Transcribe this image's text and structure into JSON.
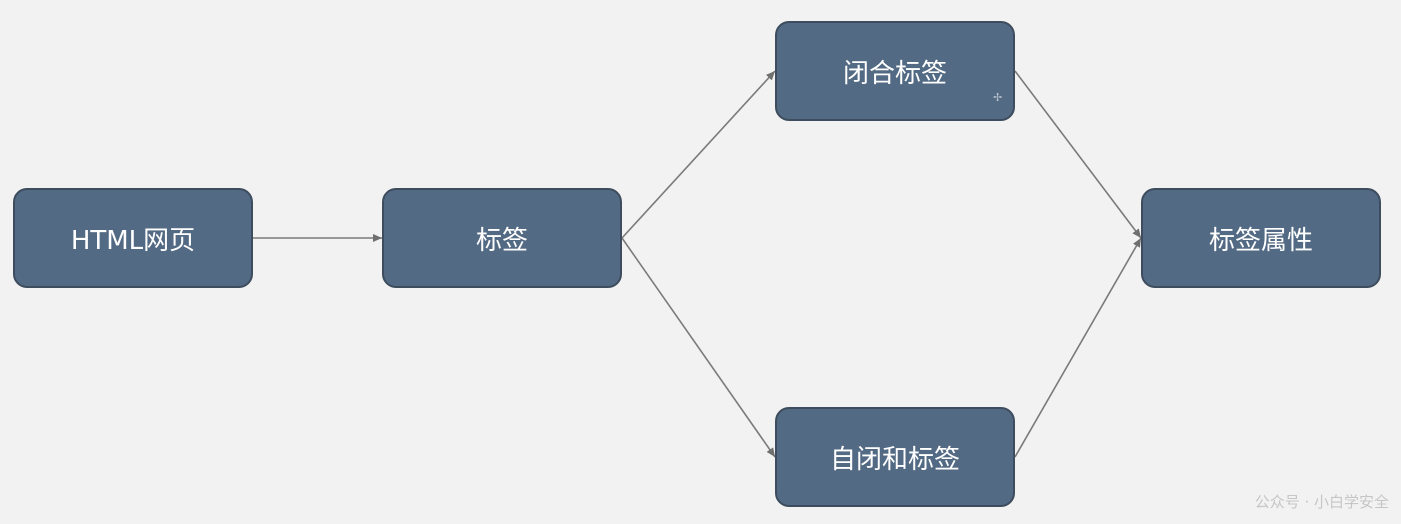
{
  "diagram": {
    "nodes": [
      {
        "id": "n-html",
        "label": "HTML网页"
      },
      {
        "id": "n-tag",
        "label": "标签"
      },
      {
        "id": "n-closed",
        "label": "闭合标签"
      },
      {
        "id": "n-self",
        "label": "自闭和标签"
      },
      {
        "id": "n-attr",
        "label": "标签属性"
      }
    ],
    "edges": [
      {
        "from": "n-html",
        "to": "n-tag"
      },
      {
        "from": "n-tag",
        "to": "n-closed"
      },
      {
        "from": "n-tag",
        "to": "n-self"
      },
      {
        "from": "n-closed",
        "to": "n-attr"
      },
      {
        "from": "n-self",
        "to": "n-attr"
      }
    ],
    "colors": {
      "node_fill": "#536a84",
      "node_border": "#3e4d5e",
      "edge": "#7a7a7a",
      "background": "#f2f2f2"
    }
  },
  "watermark": "公众号 · 小白学安全"
}
